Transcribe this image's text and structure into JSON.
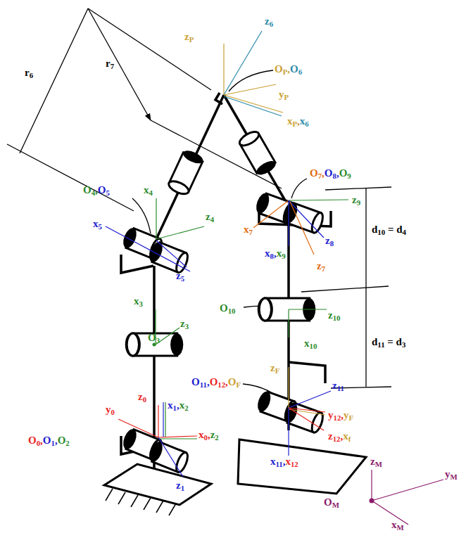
{
  "diagram": {
    "labels": [
      "r6",
      "r7",
      "zP",
      "z6",
      "OP,O6",
      "yP",
      "xP,x6",
      "O4,O5",
      "x4",
      "z4",
      "x5",
      "z5",
      "x3",
      "z3",
      "O3",
      "z0",
      "y0",
      "x1,x2",
      "x0,z2",
      "O0,O1,O2",
      "z1",
      "O7,O8,O9",
      "z9",
      "x7",
      "z8",
      "x8,x9",
      "z7",
      "d10 = d4",
      "O10",
      "z10",
      "x10",
      "d11 = d3",
      "zF",
      "O11,O12,OF",
      "z11",
      "y12,yF",
      "z12,xf",
      "x11,x12",
      "zM",
      "yM",
      "OM",
      "xM"
    ]
  }
}
